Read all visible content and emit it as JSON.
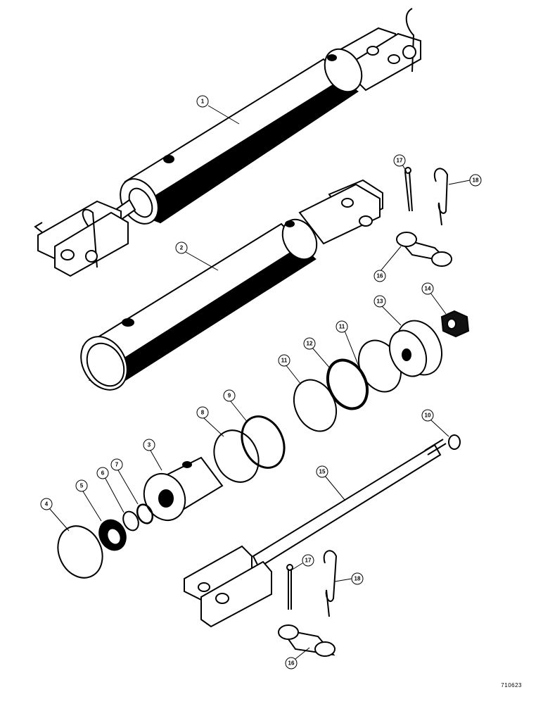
{
  "figure_id": "710623",
  "callouts": {
    "c1": "1",
    "c2": "2",
    "c3": "3",
    "c4": "4",
    "c5": "5",
    "c6": "6",
    "c7": "7",
    "c8": "8",
    "c9": "9",
    "c10": "10",
    "c11a": "11",
    "c11b": "11",
    "c12": "12",
    "c13": "13",
    "c14": "14",
    "c15": "15",
    "c16a": "16",
    "c16b": "16",
    "c17a": "17",
    "c17b": "17",
    "c18a": "18",
    "c18b": "18"
  },
  "colors": {
    "ink": "#000000",
    "paper": "#ffffff",
    "shade": "#1a1a1a"
  }
}
